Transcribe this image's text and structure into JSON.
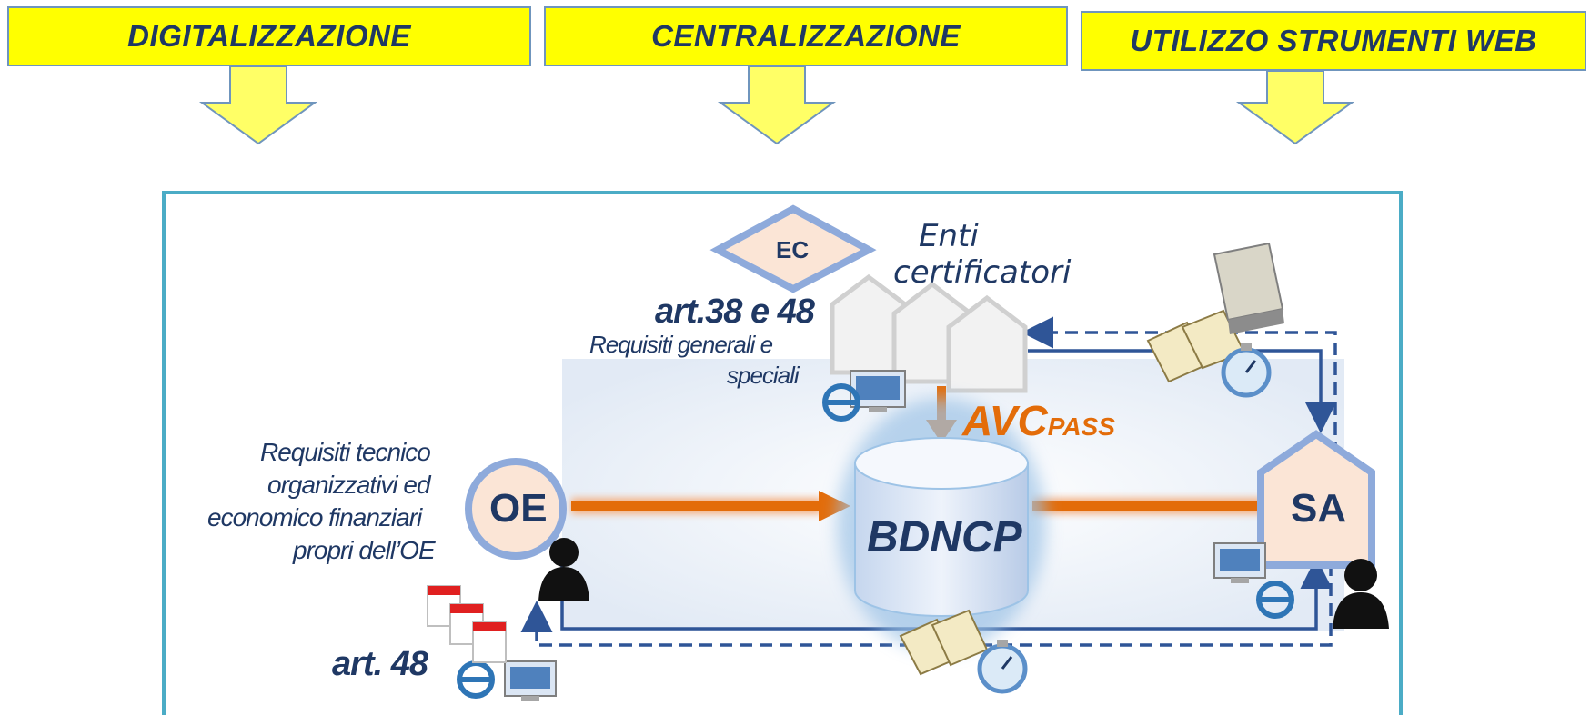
{
  "banners": [
    "DIGITALIZZAZIONE",
    "CENTRALIZZAZIONE",
    "UTILIZZO STRUMENTI  WEB"
  ],
  "nodes": {
    "ec": "EC",
    "oe": "OE",
    "sa": "SA",
    "db": "BDNCP"
  },
  "labels": {
    "enti_line1": "Enti",
    "enti_line2": "certificatori",
    "art38": "art.38 e 48",
    "req_gen_1": "Requisiti generali e",
    "req_gen_2": "speciali",
    "avc_main": "AVC",
    "avc_sub": "PASS",
    "req_tec_1": "Requisiti tecnico",
    "req_tec_2": "organizzativi ed",
    "req_tec_3": "economico finanziari",
    "req_tec_4": "propri dell’OE",
    "art48": "art. 48"
  },
  "colors": {
    "banner_bg": "#ffff00",
    "banner_text": "#1f3864",
    "frame": "#4bacc6",
    "orange": "#e36c09",
    "node_fill": "#fbe5d6",
    "node_border": "#8eaadb",
    "connector": "#2f5597"
  }
}
